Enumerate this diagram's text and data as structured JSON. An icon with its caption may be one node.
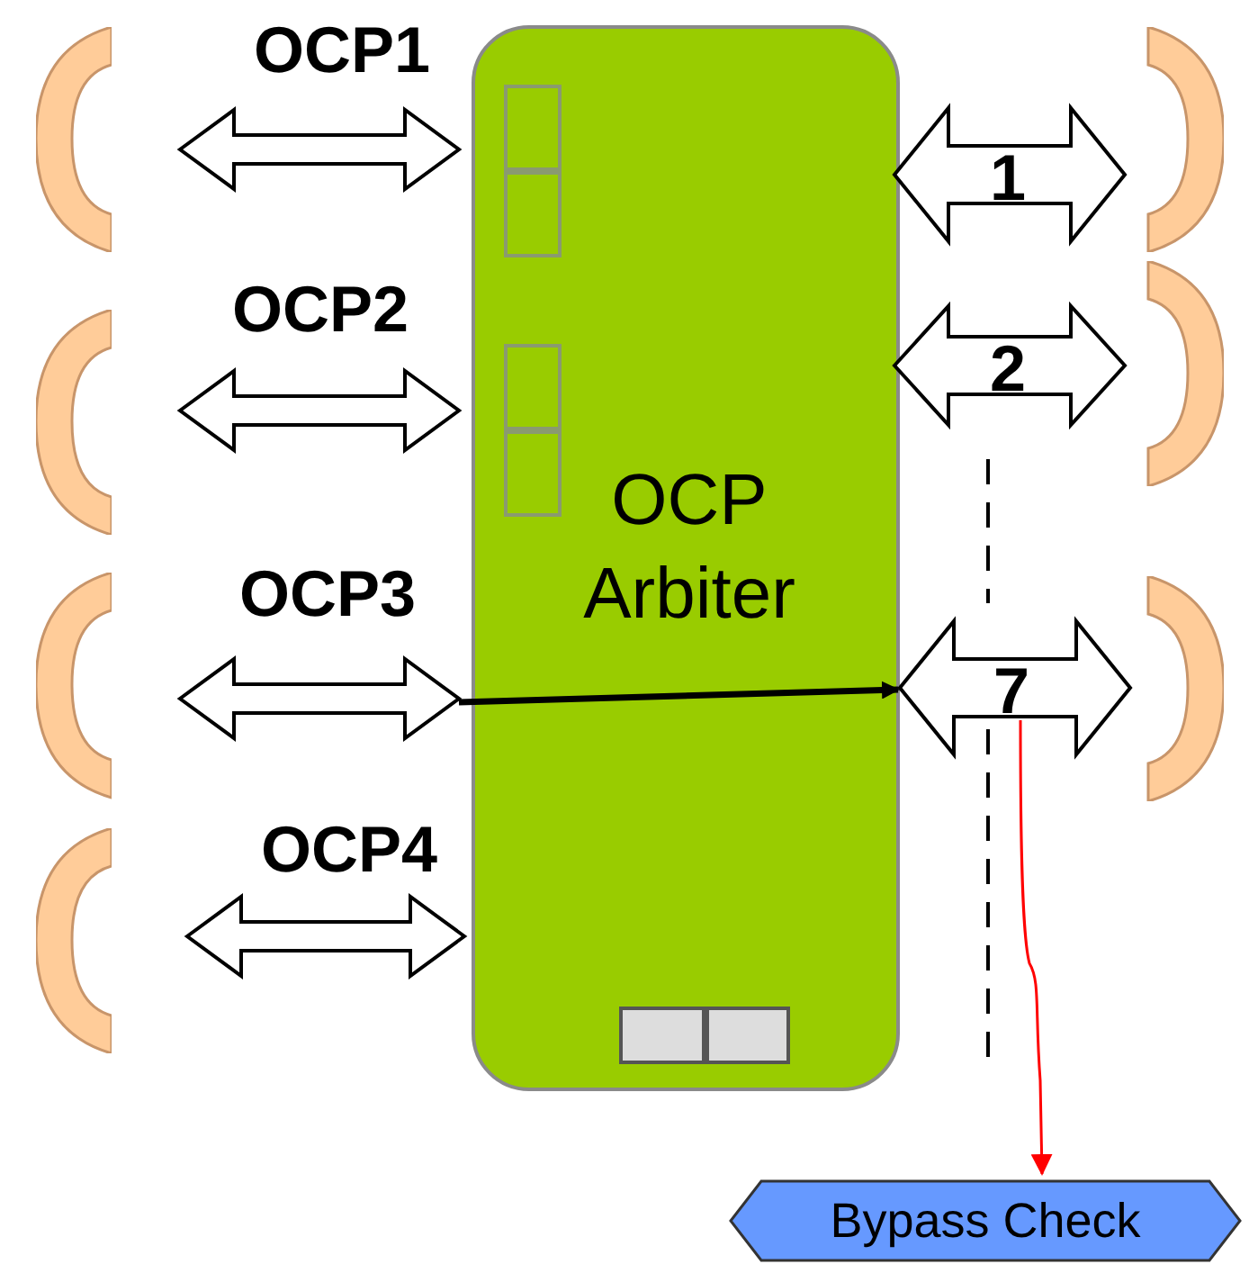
{
  "diagram": {
    "nodes": [
      {
        "text": [
          "OCP Arbiter"
        ]
      },
      {
        "text": [],
        "shape": "box",
        "in": 0
      },
      {
        "text": [],
        "shape": "box",
        "in": 0
      },
      {
        "text": [],
        "shape": "box",
        "in": 0
      },
      {
        "text": [],
        "shape": "box",
        "in": 0
      },
      {
        "text": [],
        "shape": "box",
        "in": 0
      },
      {
        "text": [],
        "shape": "box",
        "in": 0
      },
      {
        "text": [],
        "shape": "crescent"
      },
      {
        "text": [],
        "shape": "crescent"
      },
      {
        "text": [],
        "shape": "crescent"
      },
      {
        "text": [],
        "shape": "crescent"
      },
      {
        "text": [],
        "shape": "crescent"
      },
      {
        "text": [],
        "shape": "crescent"
      },
      {
        "text": [],
        "shape": "crescent"
      },
      {
        "text": [
          "Bypass Check"
        ]
      }
    ],
    "edges": [
      {
        "from": 7,
        "to": 0,
        "arrow": "both",
        "label": "OCP1"
      },
      {
        "from": 8,
        "to": 0,
        "arrow": "both",
        "label": "OCP2"
      },
      {
        "from": 9,
        "to": 0,
        "arrow": "both",
        "label": "OCP3"
      },
      {
        "from": 10,
        "to": 0,
        "arrow": "both",
        "label": "OCP4"
      },
      {
        "from": 0,
        "to": 11,
        "arrow": "both",
        "label": "1"
      },
      {
        "from": 0,
        "to": 12,
        "arrow": "both",
        "label": "2"
      },
      {
        "from": 0,
        "to": 13,
        "arrow": "both",
        "label": "7"
      },
      {
        "from": null,
        "to": 14,
        "arrow": "to",
        "color": "#ff0000"
      }
    ]
  }
}
